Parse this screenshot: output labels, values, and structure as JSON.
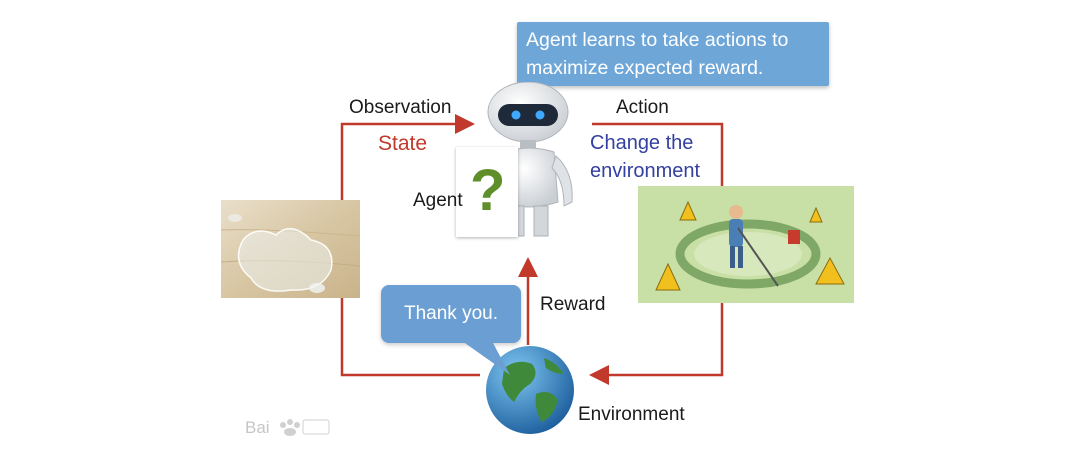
{
  "callout": {
    "line1": "Agent learns to take actions to",
    "line2": "maximize expected reward."
  },
  "labels": {
    "observation": "Observation",
    "state": "State",
    "action": "Action",
    "change_line1": "Change the",
    "change_line2": "environment",
    "agent": "Agent",
    "question_mark": "?",
    "reward": "Reward",
    "environment": "Environment",
    "thank_you": "Thank you."
  },
  "colors": {
    "loop_arrow": "#c0392b",
    "state_text": "#c0392b",
    "change_text": "#3340a0",
    "callout_bg": "#6ea6d8",
    "bubble_bg": "#6b9fd3",
    "question_mark": "#5f8f2a"
  },
  "images": {
    "left_photo": "water-puddle-photo",
    "right_photo": "cleaner-with-wet-floor-signs-illustration",
    "agent_picture": "robot-picture",
    "environment_picture": "globe-picture",
    "watermark": "Bai du baike"
  }
}
